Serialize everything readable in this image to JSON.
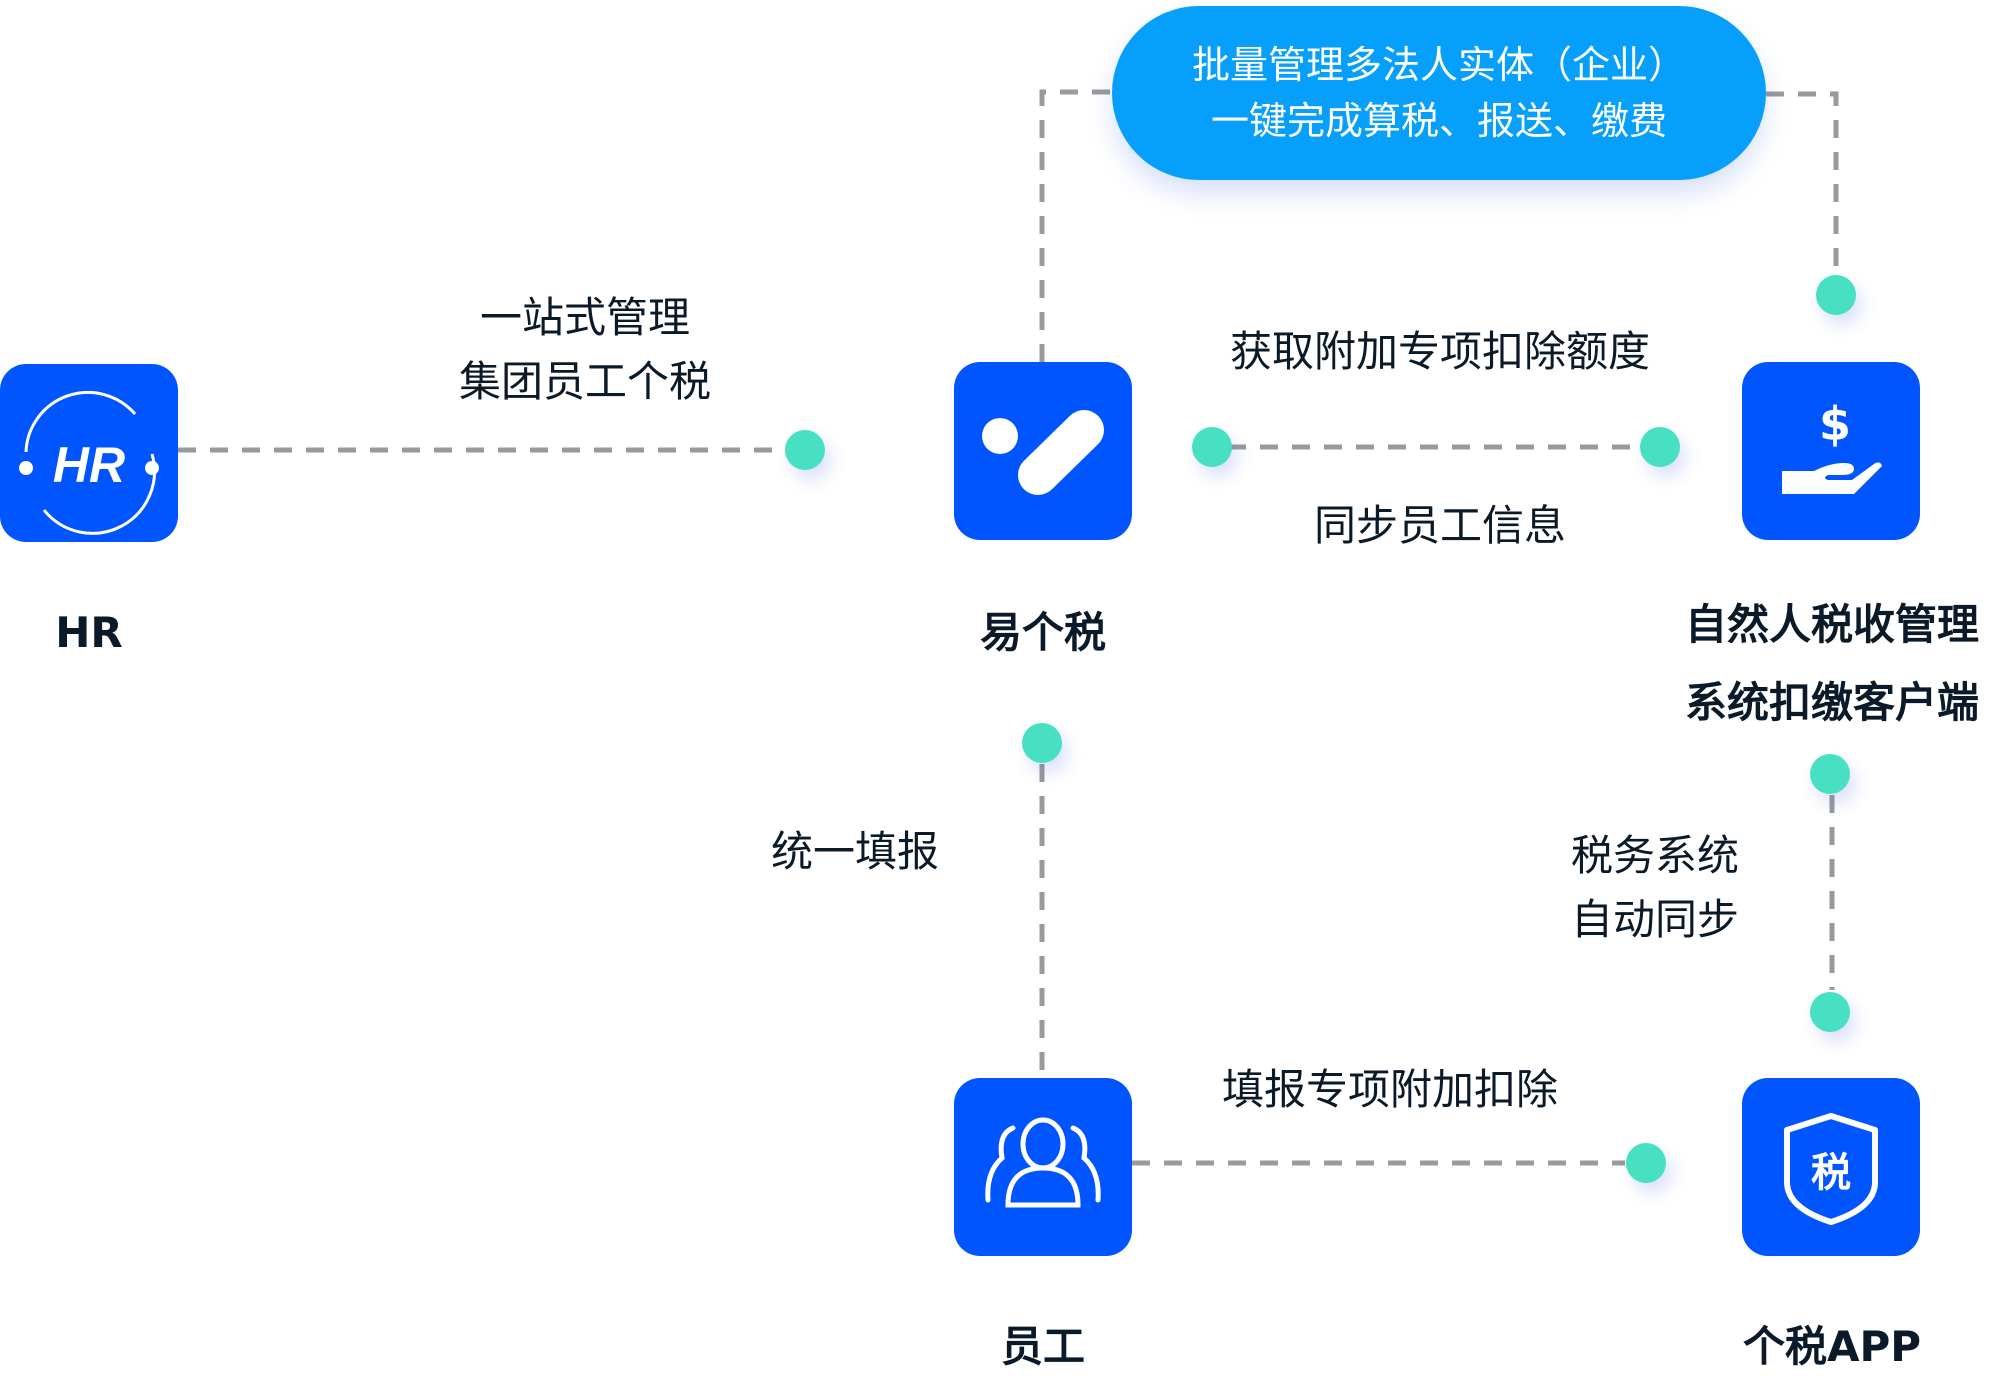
{
  "nodes": {
    "hr": {
      "label": "HR",
      "icon": "hr-badge-icon",
      "icon_text": "HR"
    },
    "yigeshui": {
      "label": "易个税",
      "icon": "yigeshui-logo-icon"
    },
    "tax_client": {
      "label_line1": "自然人税收管理",
      "label_line2": "系统扣缴客户端",
      "icon": "hand-dollar-icon",
      "icon_text": "$"
    },
    "employee": {
      "label": "员工",
      "icon": "people-group-icon"
    },
    "tax_app": {
      "label": "个税APP",
      "icon": "shield-tax-icon",
      "icon_text": "税"
    }
  },
  "edges": {
    "hr_to_yigeshui": {
      "line1": "一站式管理",
      "line2": "集团员工个税"
    },
    "yigeshui_tax_client_top": "获取附加专项扣除额度",
    "yigeshui_tax_client_bottom": "同步员工信息",
    "yigeshui_employee": "统一填报",
    "tax_client_tax_app": {
      "line1": "税务系统",
      "line2": "自动同步"
    },
    "employee_tax_app": "填报专项附加扣除"
  },
  "callout": {
    "line1": "批量管理多法人实体（企业）",
    "line2": "一键完成算税、报送、缴费"
  },
  "colors": {
    "node_fill": "#0055ff",
    "callout_fill": "#069ffc",
    "dot": "#48e0c2",
    "line": "#999999",
    "text": "#0b1a28"
  }
}
